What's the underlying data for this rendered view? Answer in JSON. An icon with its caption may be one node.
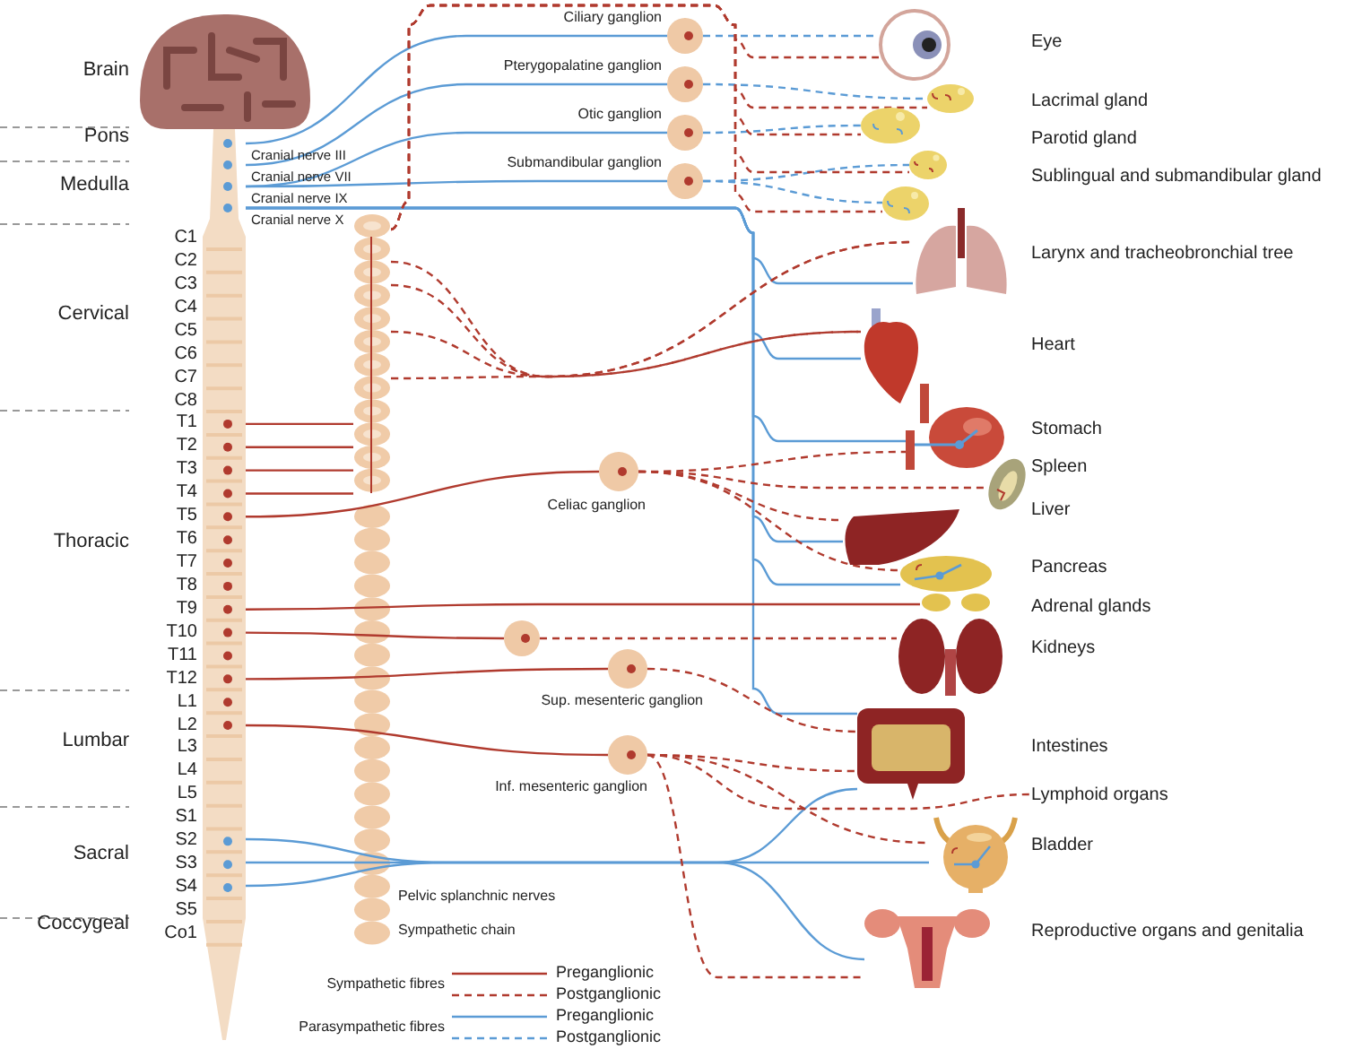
{
  "diagram": {
    "nodes": [
      {
        "text": [],
        "shape": "picture"
      },
      {
        "text": [],
        "shape": "picture"
      },
      {
        "text": [],
        "shape": "circle",
        "beside": [
          "Ciliary ganglion"
        ]
      },
      {
        "text": [],
        "shape": "circle",
        "beside": [
          "Pterygopalatine ganglion"
        ]
      },
      {
        "text": [],
        "shape": "circle",
        "beside": [
          "Otic ganglion"
        ]
      },
      {
        "text": [],
        "shape": "circle",
        "beside": [
          "Submandibular ganglion"
        ]
      },
      {
        "text": [],
        "shape": "circle",
        "beside": [
          "Celiac ganglion"
        ]
      },
      {
        "text": [],
        "shape": "circle"
      },
      {
        "text": [],
        "shape": "circle",
        "beside": [
          "Sup. mesenteric ganglion"
        ]
      },
      {
        "text": [],
        "shape": "circle",
        "beside": [
          "Inf. mesenteric ganglion"
        ]
      },
      {
        "text": [],
        "shape": "picture"
      },
      {
        "text": [],
        "shape": "picture"
      },
      {
        "text": [],
        "shape": "picture"
      },
      {
        "text": [],
        "shape": "picture"
      },
      {
        "text": [],
        "shape": "picture"
      },
      {
        "text": [],
        "shape": "picture"
      },
      {
        "text": [],
        "shape": "picture"
      },
      {
        "text": [],
        "shape": "picture"
      },
      {
        "text": [],
        "shape": "picture"
      },
      {
        "text": [],
        "shape": "picture"
      },
      {
        "text": [],
        "shape": "picture"
      },
      {
        "text": [],
        "shape": "picture"
      },
      {
        "text": [],
        "shape": "picture"
      },
      {
        "text": [],
        "shape": "picture"
      },
      {
        "text": [
          "Lymphoid organs"
        ]
      },
      {
        "text": [],
        "shape": "picture"
      },
      {
        "text": [],
        "shape": "picture"
      }
    ],
    "edges": [
      {
        "from": 0,
        "to": 2,
        "arrow": "none",
        "color": "#5b9bd5"
      },
      {
        "from": 0,
        "to": 3,
        "arrow": "none",
        "color": "#5b9bd5"
      },
      {
        "from": 0,
        "to": 4,
        "arrow": "none",
        "color": "#5b9bd5"
      },
      {
        "from": 0,
        "to": 5,
        "arrow": "none",
        "color": "#5b9bd5"
      },
      {
        "from": 0,
        "to": 15,
        "arrow": "none",
        "color": "#5b9bd5"
      },
      {
        "from": 0,
        "to": 16,
        "arrow": "none",
        "color": "#5b9bd5"
      },
      {
        "from": 0,
        "to": 17,
        "arrow": "none",
        "color": "#5b9bd5"
      },
      {
        "from": 0,
        "to": 19,
        "arrow": "none",
        "color": "#5b9bd5"
      },
      {
        "from": 0,
        "to": 20,
        "arrow": "none",
        "color": "#5b9bd5"
      },
      {
        "from": 0,
        "to": 23,
        "arrow": "none",
        "color": "#5b9bd5"
      },
      {
        "from": 0,
        "to": 23,
        "arrow": "none",
        "color": "#5b9bd5"
      },
      {
        "from": 0,
        "to": 25,
        "arrow": "none",
        "color": "#5b9bd5"
      },
      {
        "from": 0,
        "to": 26,
        "arrow": "none",
        "color": "#5b9bd5"
      },
      {
        "from": 2,
        "to": 10,
        "arrow": "none",
        "style": "dashed",
        "color": "#5b9bd5"
      },
      {
        "from": 3,
        "to": 11,
        "arrow": "none",
        "style": "dashed",
        "color": "#5b9bd5"
      },
      {
        "from": 4,
        "to": 12,
        "arrow": "none",
        "style": "dashed",
        "color": "#5b9bd5"
      },
      {
        "from": 5,
        "to": 13,
        "arrow": "none",
        "style": "dashed",
        "color": "#5b9bd5"
      },
      {
        "from": 5,
        "to": 14,
        "arrow": "none",
        "style": "dashed",
        "color": "#5b9bd5"
      },
      {
        "from": 0,
        "to": 1,
        "arrow": "none"
      },
      {
        "from": 0,
        "to": 1,
        "arrow": "none"
      },
      {
        "from": 0,
        "to": 1,
        "arrow": "none"
      },
      {
        "from": 0,
        "to": 1,
        "arrow": "none"
      },
      {
        "from": 0,
        "to": 6,
        "arrow": "none"
      },
      {
        "from": 0,
        "to": 7,
        "arrow": "none"
      },
      {
        "from": 0,
        "to": 21,
        "arrow": "none"
      },
      {
        "from": 0,
        "to": 8,
        "arrow": "none"
      },
      {
        "from": 0,
        "to": 9,
        "arrow": "none"
      },
      {
        "from": 1,
        "to": 10,
        "arrow": "none",
        "style": "dashed"
      },
      {
        "from": 1,
        "to": 11,
        "arrow": "none",
        "style": "dashed"
      },
      {
        "from": 1,
        "to": 12,
        "arrow": "none",
        "style": "dashed"
      },
      {
        "from": 1,
        "to": 13,
        "arrow": "none",
        "style": "dashed"
      },
      {
        "from": 1,
        "to": 14,
        "arrow": "none",
        "style": "dashed"
      },
      {
        "from": 1,
        "to": 15,
        "arrow": "none",
        "style": "dashed"
      },
      {
        "from": 1,
        "to": 15,
        "arrow": "none",
        "style": "dashed"
      },
      {
        "from": 1,
        "to": 16,
        "arrow": "none",
        "style": "dashed"
      },
      {
        "from": 1,
        "to": 16,
        "arrow": "none",
        "style": "dashed"
      },
      {
        "from": 6,
        "to": 17,
        "arrow": "none",
        "style": "dashed"
      },
      {
        "from": 6,
        "to": 18,
        "arrow": "none",
        "style": "dashed"
      },
      {
        "from": 6,
        "to": 19,
        "arrow": "none",
        "style": "dashed"
      },
      {
        "from": 6,
        "to": 20,
        "arrow": "none",
        "style": "dashed"
      },
      {
        "from": 7,
        "to": 22,
        "arrow": "none",
        "style": "dashed"
      },
      {
        "from": 8,
        "to": 23,
        "arrow": "none",
        "style": "dashed"
      },
      {
        "from": 9,
        "to": 23,
        "arrow": "none",
        "style": "dashed"
      },
      {
        "from": 9,
        "to": 24,
        "arrow": "none",
        "style": "dashed"
      },
      {
        "from": 9,
        "to": 25,
        "arrow": "none",
        "style": "dashed"
      },
      {
        "from": 9,
        "to": 26,
        "arrow": "none",
        "style": "dashed"
      }
    ],
    "labels": [
      "Brain",
      "Pons",
      "Medulla",
      "Cervical",
      "Thoracic",
      "Lumbar",
      "Sacral",
      "Coccygeal",
      "C1",
      "C2",
      "C3",
      "C4",
      "C5",
      "C6",
      "C7",
      "C8",
      "T1",
      "T2",
      "T3",
      "T4",
      "T5",
      "T6",
      "T7",
      "T8",
      "T9",
      "T10",
      "T11",
      "T12",
      "L1",
      "L2",
      "L3",
      "L4",
      "L5",
      "S1",
      "S2",
      "S3",
      "S4",
      "S5",
      "Co1",
      "Cranial nerve III",
      "Cranial nerve VII",
      "Cranial nerve IX",
      "Cranial nerve X",
      "Pelvic splanchnic nerves",
      "Sympathetic fibres",
      "Parasympathetic fibres",
      "Sympathetic chain",
      "Eye",
      "Lacrimal gland",
      "Parotid gland",
      "Sublingual and submandibular gland",
      "Larynx and tracheobronchial tree",
      "Heart",
      "Stomach",
      "Spleen",
      "Liver",
      "Pancreas",
      "Adrenal glands",
      "Kidneys",
      "Intestines",
      "Bladder",
      "Reproductive organs and genitalia"
    ],
    "legend": [
      {
        "text": "Preganglionic"
      },
      {
        "text": "Postganglionic"
      },
      {
        "text": "Preganglionic"
      },
      {
        "text": "Postganglionic"
      }
    ]
  }
}
